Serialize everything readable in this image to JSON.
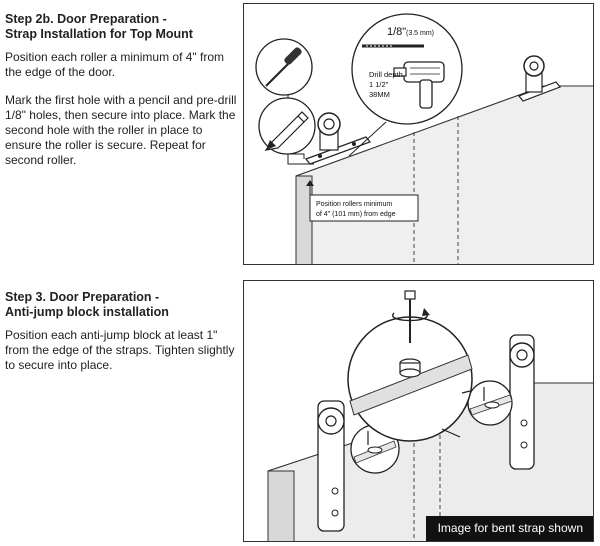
{
  "step_2b": {
    "title_line1": "Step 2b. Door Preparation -",
    "title_line2": "Strap Installation for Top Mount",
    "para1": "Position each roller a minimum of 4\" from the edge of the door.",
    "para2": "Mark the first hole with a pencil and pre-drill 1/8\" holes, then secure into place. Mark the second hole with the roller in place to ensure the roller is secure. Repeat for second roller."
  },
  "step_3": {
    "title_line1": "Step 3. Door Preparation -",
    "title_line2": "Anti-jump block installation",
    "para1": "Position each anti-jump block at least 1\" from the edge of the straps. Tighten slightly to secure into place."
  },
  "figure1": {
    "bit_size_label": "1/8\"",
    "bit_size_metric": "(3.5 mm)",
    "drill_depth_line1": "Drill depth",
    "drill_depth_line2": "1 1/2\"",
    "drill_depth_line3": "38MM",
    "position_note_line1": "Position rollers minimum",
    "position_note_line2": "of 4\" (101 mm) from edge"
  },
  "figure2": {
    "caption": "Image for bent strap shown"
  },
  "icons": [
    "screwdriver-icon",
    "pencil-icon",
    "drill-bit-icon",
    "power-drill-icon",
    "arrow-icon"
  ]
}
